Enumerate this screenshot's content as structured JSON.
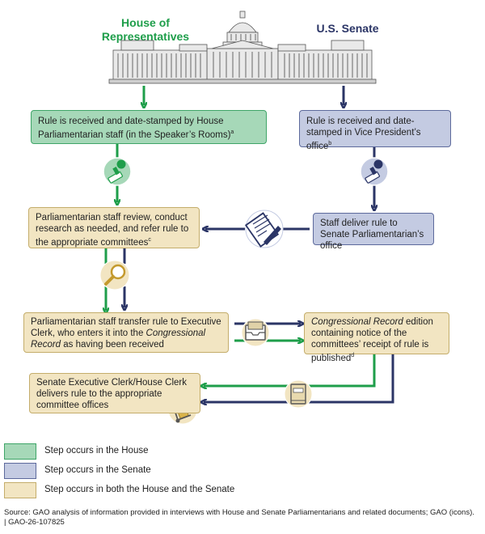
{
  "headers": {
    "house": "House of\nRepresentatives",
    "senate": "U.S. Senate"
  },
  "steps": {
    "house_received": "Rule is received and date-stamped by House Parliamentarian staff (in the Speaker’s Rooms)",
    "house_received_note": "a",
    "senate_received": "Rule is received and date-stamped in Vice President’s office",
    "senate_received_note": "b",
    "parl_review": "Parliamentarian staff review, conduct research as needed, and refer rule to the appropriate committees",
    "parl_review_note": "c",
    "staff_deliver": "Staff deliver rule to Senate Parliamentarian’s office",
    "transfer_a": "Parliamentarian staff transfer rule to Executive Clerk, who enters it into the ",
    "transfer_italic": "Congressional Record",
    "transfer_b": " as having been received",
    "record_italic": "Congressional Record",
    "record_text": " edition containing notice of the committees’ receipt of rule is published",
    "record_note": "d",
    "clerk_deliver": "Senate Executive Clerk/House Clerk delivers rule to the appropriate committee offices"
  },
  "legend": [
    {
      "label": "Step occurs in the House",
      "color": "#a6d8b8",
      "border": "#3fa568"
    },
    {
      "label": "Step occurs in the Senate",
      "color": "#c4cbe2",
      "border": "#5d6a9c"
    },
    {
      "label": "Step occurs in both the House and the Senate",
      "color": "#f2e5c2",
      "border": "#c4ad6b"
    }
  ],
  "source": "Source: GAO analysis of information provided in interviews with House and Senate Parliamentarians and related documents; GAO (icons).  |  GAO-26-107825",
  "colors": {
    "house": "#1e9e4a",
    "senate": "#2b3566",
    "both": "#c4ad6b"
  },
  "icons": [
    "capitol-icon",
    "stamp-icon",
    "magnifier-icon",
    "document-pen-icon",
    "inbox-tray-icon",
    "book-icon",
    "hand-truck-icon"
  ]
}
